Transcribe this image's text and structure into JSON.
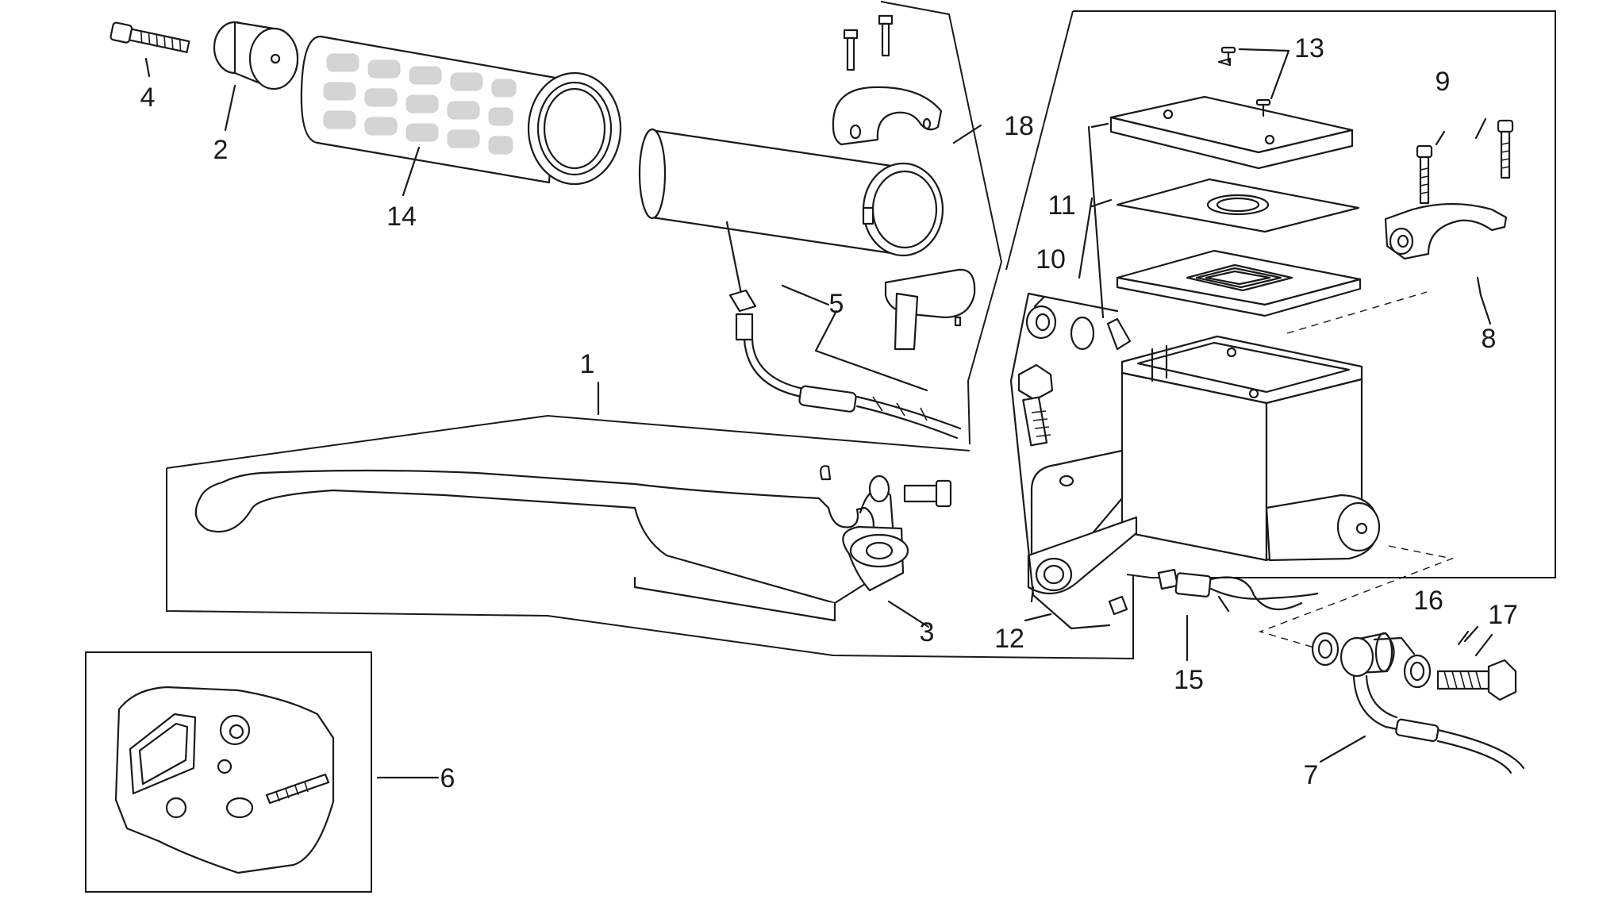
{
  "diagram": {
    "callouts": [
      {
        "id": "1",
        "label": "1"
      },
      {
        "id": "2",
        "label": "2"
      },
      {
        "id": "3",
        "label": "3"
      },
      {
        "id": "4",
        "label": "4"
      },
      {
        "id": "5",
        "label": "5"
      },
      {
        "id": "6",
        "label": "6"
      },
      {
        "id": "7",
        "label": "7"
      },
      {
        "id": "8",
        "label": "8"
      },
      {
        "id": "9",
        "label": "9"
      },
      {
        "id": "10",
        "label": "10"
      },
      {
        "id": "11",
        "label": "11"
      },
      {
        "id": "12",
        "label": "12"
      },
      {
        "id": "13",
        "label": "13"
      },
      {
        "id": "14",
        "label": "14"
      },
      {
        "id": "15",
        "label": "15"
      },
      {
        "id": "16",
        "label": "16"
      },
      {
        "id": "17",
        "label": "17"
      },
      {
        "id": "18",
        "label": "18"
      }
    ],
    "colors": {
      "line": "#1a1a1a",
      "background": "#ffffff",
      "grip_pattern": "#d4d4d4"
    }
  }
}
